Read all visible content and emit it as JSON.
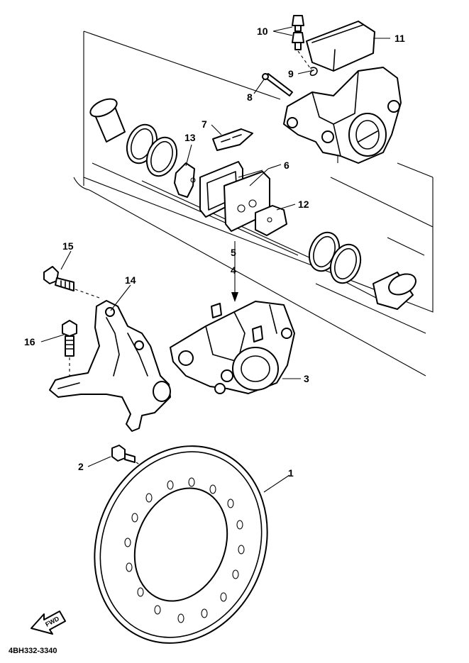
{
  "callouts": {
    "c1": "1",
    "c2": "2",
    "c3": "3",
    "c4": "4",
    "c5": "5",
    "c6": "6",
    "c7": "7",
    "c8": "8",
    "c9": "9",
    "c10": "10",
    "c11": "11",
    "c12": "12",
    "c13": "13",
    "c14": "14",
    "c15": "15",
    "c16": "16"
  },
  "diagram_code": "4BH332-3340",
  "fwd_label": "FWD"
}
